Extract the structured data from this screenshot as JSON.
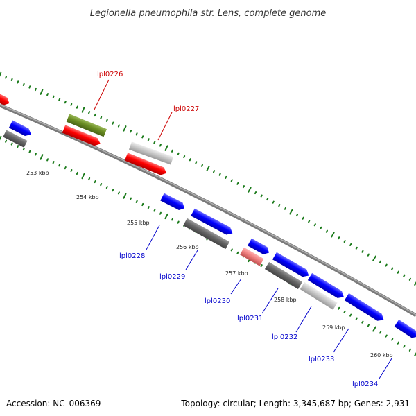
{
  "title": "Legionella pneumophila str. Lens, complete genome",
  "footer": {
    "accession": "Accession: NC_006369",
    "topology": "Topology: circular; Length: 3,345,687 bp; Genes: 2,931"
  },
  "colors": {
    "backbone": "#8a8a8a",
    "tick": "#1a7a1a",
    "label_red": "#cc0000",
    "label_blue": "#0000cc",
    "forward_blue": "#0000ff",
    "reverse_red": "#ff0000",
    "green_feature": "#6b8e23",
    "dark_gray": "#666666",
    "light_gray": "#c8c8c8",
    "salmon": "#f08080"
  },
  "kbp_ticks": [
    "253 kbp",
    "254 kbp",
    "255 kbp",
    "256 kbp",
    "257 kbp",
    "258 kbp",
    "259 kbp",
    "260 kbp"
  ],
  "gene_labels": {
    "outer": [
      {
        "text": "lpl0226",
        "color": "red"
      },
      {
        "text": "lpl0227",
        "color": "red"
      }
    ],
    "inner": [
      {
        "text": "lpl0228",
        "color": "blue"
      },
      {
        "text": "lpl0229",
        "color": "blue"
      },
      {
        "text": "lpl0230",
        "color": "blue"
      },
      {
        "text": "lpl0231",
        "color": "blue"
      },
      {
        "text": "lpl0232",
        "color": "blue"
      },
      {
        "text": "lpl0233",
        "color": "blue"
      },
      {
        "text": "lpl0234",
        "color": "blue"
      }
    ]
  }
}
